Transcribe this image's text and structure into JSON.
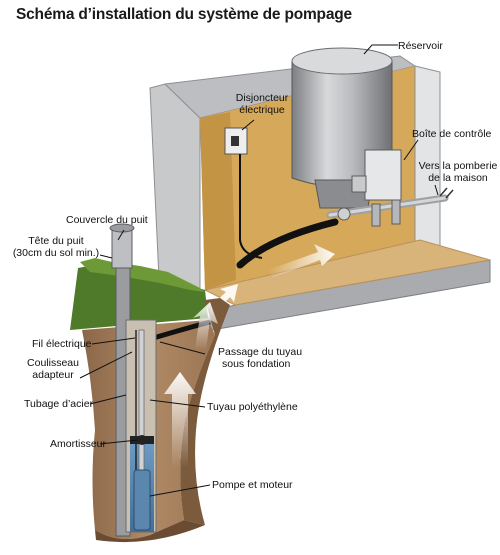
{
  "title": "Schéma d’installation du système de pompage",
  "labels": {
    "reservoir": "Réservoir",
    "disjoncteur_1": "Disjoncteur",
    "disjoncteur_2": "électrique",
    "boite": "Boîte de contrôle",
    "plomberie_1": "Vers la pomberie",
    "plomberie_2": "de la maison",
    "couvercle": "Couvercle du puit",
    "tete_1": "Tête du puit",
    "tete_2": "(30cm du sol min.)",
    "fil": "Fil électrique",
    "coulisseau_1": "Coulisseau",
    "coulisseau_2": "adapteur",
    "tubage": "Tubage d’acier",
    "amortisseur": "Amortisseur",
    "passage_1": "Passage du tuyau",
    "passage_2": "sous fondation",
    "tuyau": "Tuyau polyéthylène",
    "pompe": "Pompe et moteur"
  }
}
